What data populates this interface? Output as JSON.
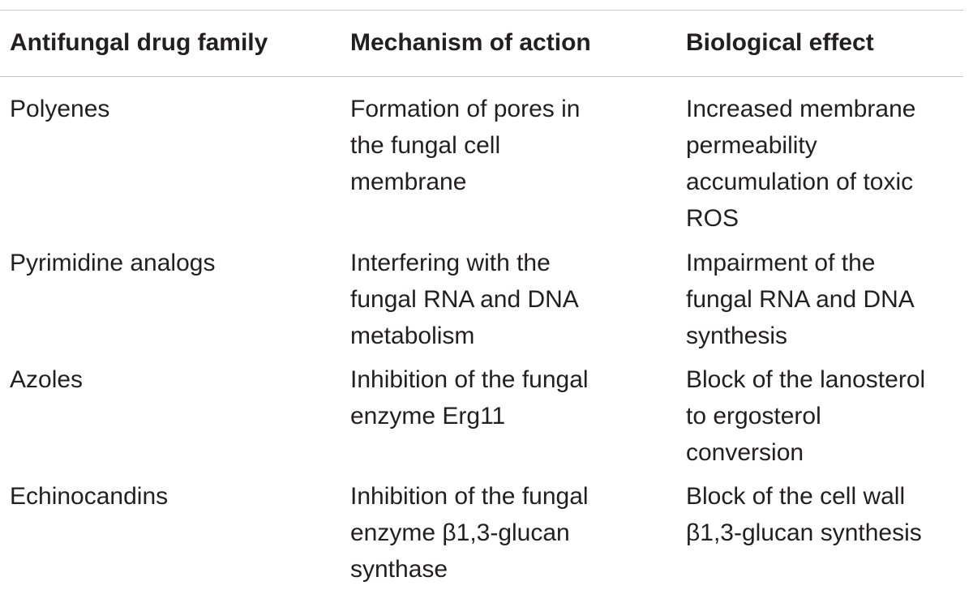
{
  "table": {
    "headers": [
      "Antifungal drug family",
      "Mechanism of action",
      "Biological effect"
    ],
    "rows": [
      {
        "family": [
          "Polyenes"
        ],
        "mechanism": [
          "Formation of pores in",
          "the fungal cell",
          "membrane"
        ],
        "effect": [
          "Increased membrane",
          "permeability",
          "accumulation of toxic",
          "ROS"
        ]
      },
      {
        "family": [
          "Pyrimidine analogs"
        ],
        "mechanism": [
          "Interfering with the",
          "fungal RNA and DNA",
          "metabolism"
        ],
        "effect": [
          "Impairment of the",
          "fungal RNA and DNA",
          "synthesis"
        ]
      },
      {
        "family": [
          "Azoles"
        ],
        "mechanism": [
          "Inhibition of the fungal",
          "enzyme Erg11"
        ],
        "effect": [
          "Block of the lanosterol",
          "to ergosterol",
          "conversion"
        ]
      },
      {
        "family": [
          "Echinocandins"
        ],
        "mechanism": [
          "Inhibition of the fungal",
          "enzyme β1,3-glucan",
          "synthase"
        ],
        "effect": [
          "Block of the cell wall",
          "β1,3-glucan synthesis"
        ]
      }
    ]
  }
}
